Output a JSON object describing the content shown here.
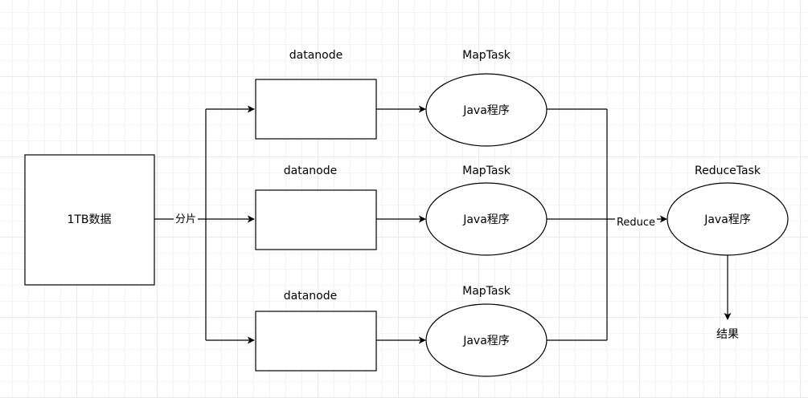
{
  "source": {
    "label": "1TB数据"
  },
  "split_label": "分片",
  "branches": [
    {
      "datanode_label": "datanode",
      "maptask_label": "MapTask",
      "program_label": "Java程序"
    },
    {
      "datanode_label": "datanode",
      "maptask_label": "MapTask",
      "program_label": "Java程序"
    },
    {
      "datanode_label": "datanode",
      "maptask_label": "MapTask",
      "program_label": "Java程序"
    }
  ],
  "reduce_edge_label": "Reduce",
  "reduce": {
    "title": "ReduceTask",
    "program_label": "Java程序"
  },
  "result_label": "结果",
  "colors": {
    "stroke": "#000000",
    "grid": "#e9e9e9",
    "background": "#ffffff"
  }
}
